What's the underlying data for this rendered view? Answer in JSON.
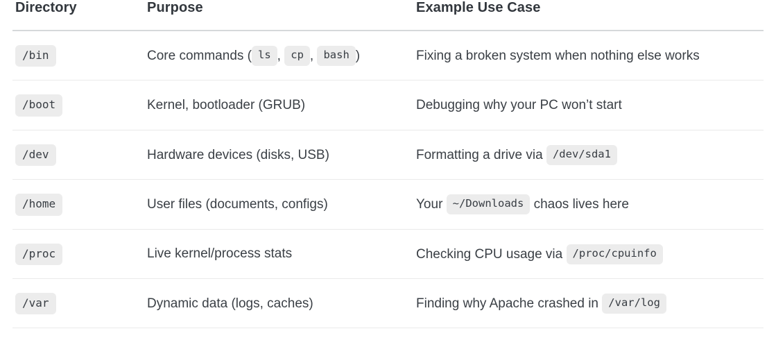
{
  "table": {
    "columns": [
      {
        "key": "directory",
        "label": "Directory"
      },
      {
        "key": "purpose",
        "label": "Purpose"
      },
      {
        "key": "example",
        "label": "Example Use Case"
      }
    ],
    "rows": [
      {
        "directory": "/bin",
        "purpose_prefix": "Core commands (",
        "purpose_codes": [
          "ls",
          "cp",
          "bash"
        ],
        "purpose_suffix": ")",
        "purpose_plain": "",
        "example_prefix": "Fixing a broken system when nothing else works",
        "example_code": "",
        "example_suffix": ""
      },
      {
        "directory": "/boot",
        "purpose_prefix": "",
        "purpose_codes": [],
        "purpose_suffix": "",
        "purpose_plain": "Kernel, bootloader (GRUB)",
        "example_prefix": "Debugging why your PC won’t start",
        "example_code": "",
        "example_suffix": ""
      },
      {
        "directory": "/dev",
        "purpose_prefix": "",
        "purpose_codes": [],
        "purpose_suffix": "",
        "purpose_plain": "Hardware devices (disks, USB)",
        "example_prefix": "Formatting a drive via",
        "example_code": "/dev/sda1",
        "example_suffix": ""
      },
      {
        "directory": "/home",
        "purpose_prefix": "",
        "purpose_codes": [],
        "purpose_suffix": "",
        "purpose_plain": "User files (documents, configs)",
        "example_prefix": "Your",
        "example_code": "~/Downloads",
        "example_suffix": "chaos lives here"
      },
      {
        "directory": "/proc",
        "purpose_prefix": "",
        "purpose_codes": [],
        "purpose_suffix": "",
        "purpose_plain": "Live kernel/process stats",
        "example_prefix": "Checking CPU usage via",
        "example_code": "/proc/cpuinfo",
        "example_suffix": ""
      },
      {
        "directory": "/var",
        "purpose_prefix": "",
        "purpose_codes": [],
        "purpose_suffix": "",
        "purpose_plain": "Dynamic data (logs, caches)",
        "example_prefix": "Finding why Apache crashed in",
        "example_code": "/var/log",
        "example_suffix": ""
      }
    ],
    "separators": {
      "comma": ","
    },
    "colors": {
      "text": "#3a3f45",
      "header_text": "#32373d",
      "chip_bg": "#ececec",
      "header_rule": "#d6d8da",
      "row_rule": "#eaeaea",
      "background": "#ffffff"
    }
  }
}
